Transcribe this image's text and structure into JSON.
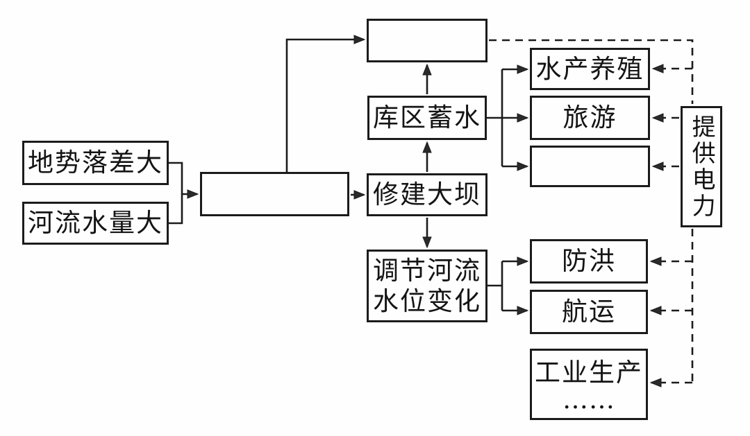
{
  "diagram": {
    "title_semantic": "dam-construction-benefits-flowchart",
    "background_color": "#fefefe",
    "ink_color": "#1b1b1b",
    "nodes": {
      "terrain_drop": {
        "label": "地势落差大"
      },
      "river_volume": {
        "label": "河流水量大"
      },
      "blank_condition": {
        "label": ""
      },
      "build_dam": {
        "label": "修建大坝"
      },
      "reservoir_storage": {
        "label": "库区蓄水"
      },
      "blank_top": {
        "label": ""
      },
      "aquaculture": {
        "label": "水产养殖"
      },
      "tourism": {
        "label": "旅游"
      },
      "blank_benefit": {
        "label": ""
      },
      "regulate_level": {
        "line1": "调节河流",
        "line2": "水位变化"
      },
      "flood_control": {
        "label": "防洪"
      },
      "shipping": {
        "label": "航运"
      },
      "industry": {
        "line1": "工业生产",
        "line2": "……"
      },
      "provide_power": {
        "label": "提供电力"
      }
    },
    "edges": {
      "solid_style": "solid arrow",
      "dashed_style": "dashed arrow (electric power supply feedback)"
    }
  }
}
